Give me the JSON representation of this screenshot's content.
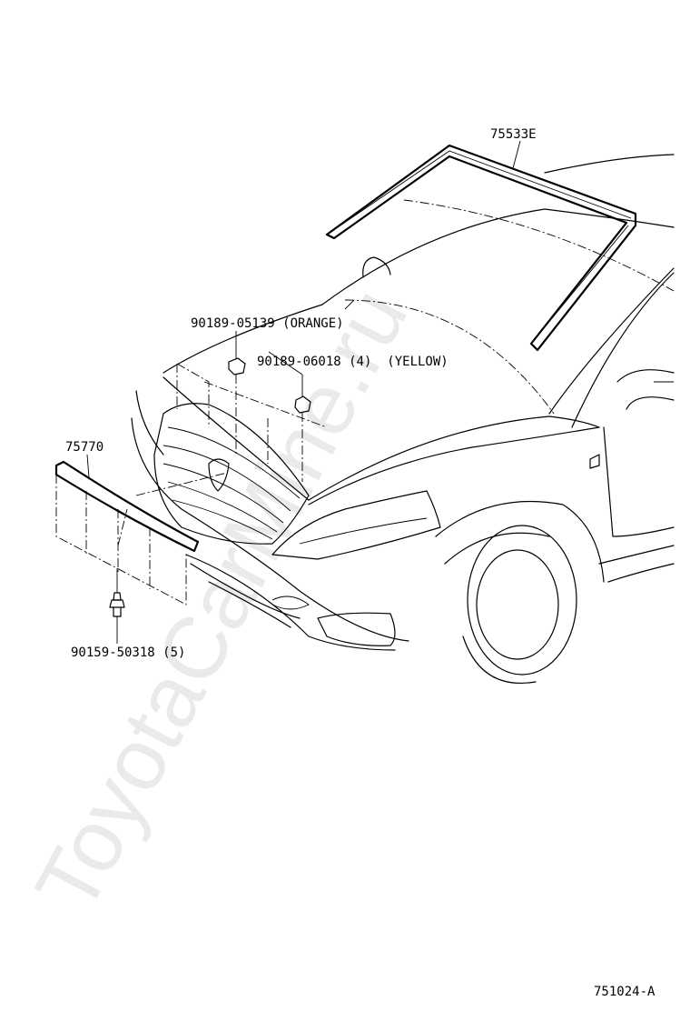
{
  "watermark": "ToyotaCarMine.ru",
  "diagram_id": "751024-A",
  "parts": {
    "windshield_moulding": "75533E",
    "front_moulding": "75770",
    "clip_orange": "90189-05139 (ORANGE)",
    "clip_yellow": "90189-06018 (4)  (YELLOW)",
    "screw": "90159-50318 (5)"
  }
}
